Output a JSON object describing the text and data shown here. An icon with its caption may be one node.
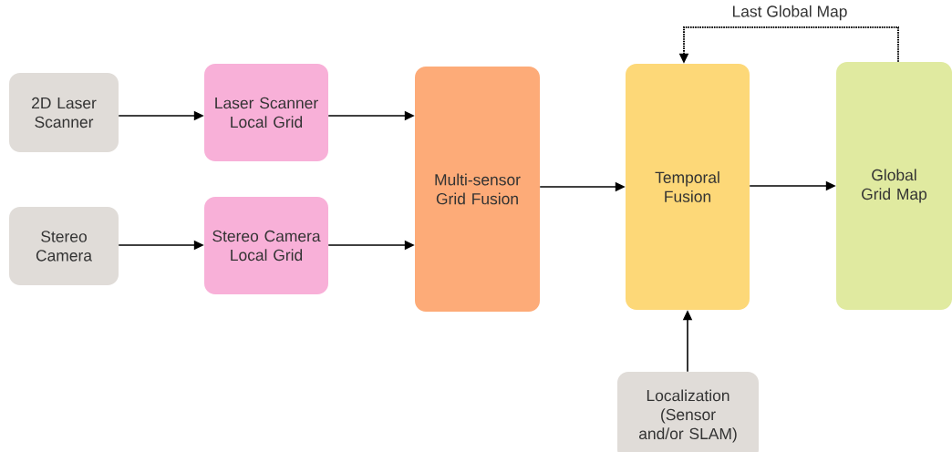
{
  "diagram": {
    "nodes": [
      {
        "text": [
          "2D Laser Scanner"
        ]
      },
      {
        "text": [
          "Laser Scanner Local Grid"
        ]
      },
      {
        "text": [
          "Stereo Camera"
        ]
      },
      {
        "text": [
          "Stereo Camera Local Grid"
        ]
      },
      {
        "text": [
          "Multi-sensor Grid Fusion"
        ]
      },
      {
        "text": [
          "Temporal Fusion"
        ]
      },
      {
        "text": [
          "Global Grid Map"
        ]
      },
      {
        "text": [
          "Localization (Sensor and/or SLAM)"
        ]
      }
    ],
    "edges": [
      {
        "from": 0,
        "to": 1,
        "arrow": "to"
      },
      {
        "from": 1,
        "to": 4,
        "arrow": "to"
      },
      {
        "from": 2,
        "to": 3,
        "arrow": "to"
      },
      {
        "from": 3,
        "to": 4,
        "arrow": "to"
      },
      {
        "from": 4,
        "to": 5,
        "arrow": "to"
      },
      {
        "from": 5,
        "to": 6,
        "arrow": "to"
      },
      {
        "from": 7,
        "to": 5,
        "arrow": "to"
      },
      {
        "from": 6,
        "to": 5,
        "arrow": "to",
        "label": "Last Global Map",
        "style": "dashed"
      }
    ]
  }
}
